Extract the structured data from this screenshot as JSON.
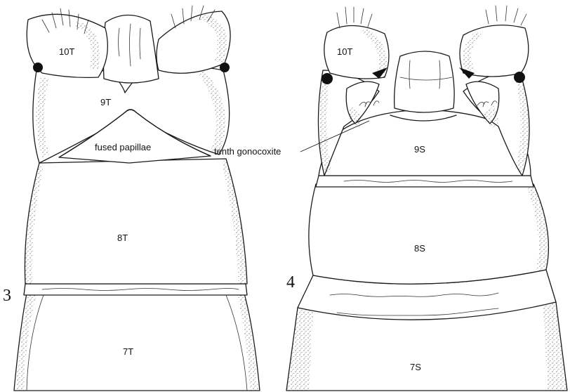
{
  "figure_left": {
    "number": "3",
    "labels": {
      "t10": "10T",
      "t9": "9T",
      "fused": "fused papillae",
      "t8": "8T",
      "t7": "7T"
    }
  },
  "figure_right": {
    "number": "4",
    "labels": {
      "t10": "10T",
      "gonocoxite": "tenth gonocoxite",
      "s9": "9S",
      "s8": "8S",
      "s7": "7S"
    }
  }
}
